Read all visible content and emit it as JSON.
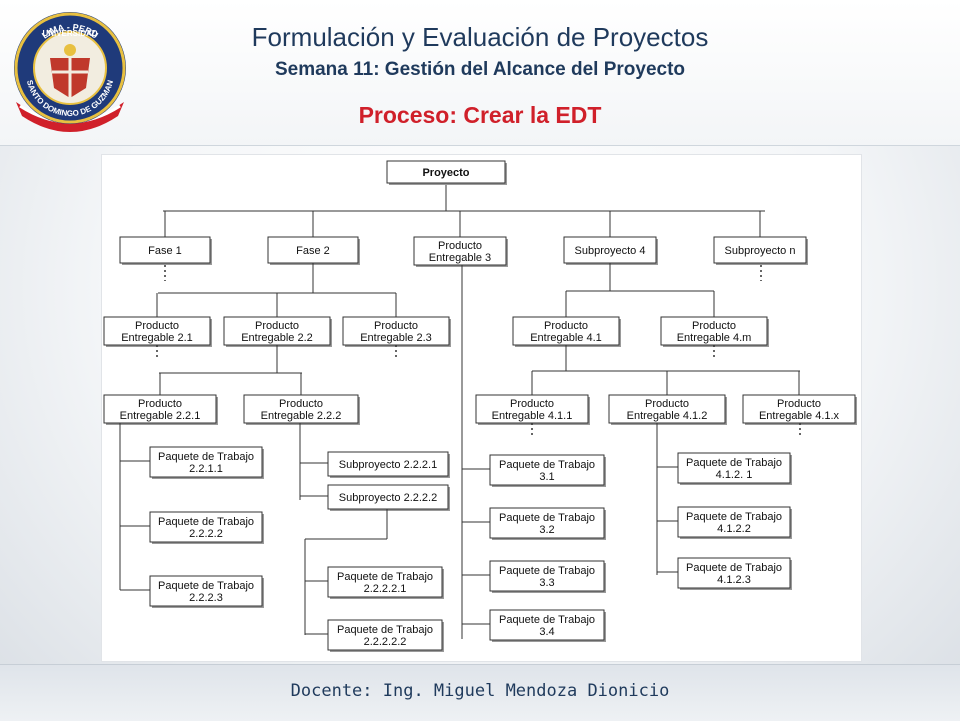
{
  "header": {
    "title": "Formulación y Evaluación de Proyectos",
    "subtitle": "Semana 11: Gestión del Alcance del Proyecto",
    "process": "Proceso: Crear la EDT"
  },
  "logo": {
    "top_text": "LIMA - PERU",
    "name_text": "UNIVERSIDAD",
    "bottom_text": "SANTO DOMINGO DE GUZMAN"
  },
  "footer": {
    "teacher": "Docente: Ing. Miguel Mendoza Dionicio"
  },
  "wbs": {
    "root": {
      "label": "Proyecto"
    },
    "level1": [
      {
        "lines": [
          "Fase 1"
        ]
      },
      {
        "lines": [
          "Fase 2"
        ]
      },
      {
        "lines": [
          "Producto",
          "Entregable 3"
        ]
      },
      {
        "lines": [
          "Subproyecto 4"
        ]
      },
      {
        "lines": [
          "Subproyecto n"
        ]
      }
    ],
    "fase2_children": [
      {
        "lines": [
          "Producto",
          "Entregable 2.1"
        ]
      },
      {
        "lines": [
          "Producto",
          "Entregable 2.2"
        ]
      },
      {
        "lines": [
          "Producto",
          "Entregable 2.3"
        ]
      }
    ],
    "sub4_children": [
      {
        "lines": [
          "Producto",
          "Entregable 4.1"
        ]
      },
      {
        "lines": [
          "Producto",
          "Entregable 4.m"
        ]
      }
    ],
    "e22_children": [
      {
        "lines": [
          "Producto",
          "Entregable 2.2.1"
        ]
      },
      {
        "lines": [
          "Producto",
          "Entregable 2.2.2"
        ]
      }
    ],
    "e41_children": [
      {
        "lines": [
          "Producto",
          "Entregable 4.1.1"
        ]
      },
      {
        "lines": [
          "Producto",
          "Entregable 4.1.2"
        ]
      },
      {
        "lines": [
          "Producto",
          "Entregable 4.1.x"
        ]
      }
    ],
    "wp_221": [
      {
        "lines": [
          "Paquete de Trabajo",
          "2.2.1.1"
        ]
      },
      {
        "lines": [
          "Paquete de Trabajo",
          "2.2.2.2"
        ]
      },
      {
        "lines": [
          "Paquete de Trabajo",
          "2.2.2.3"
        ]
      }
    ],
    "sub_222": [
      {
        "lines": [
          "Subproyecto 2.2.2.1"
        ]
      },
      {
        "lines": [
          "Subproyecto 2.2.2.2"
        ]
      }
    ],
    "wp_22222": [
      {
        "lines": [
          "Paquete de Trabajo",
          "2.2.2.2.1"
        ]
      },
      {
        "lines": [
          "Paquete de Trabajo",
          "2.2.2.2.2"
        ]
      }
    ],
    "wp_3": [
      {
        "lines": [
          "Paquete de Trabajo",
          "3.1"
        ]
      },
      {
        "lines": [
          "Paquete de Trabajo",
          "3.2"
        ]
      },
      {
        "lines": [
          "Paquete de Trabajo",
          "3.3"
        ]
      },
      {
        "lines": [
          "Paquete de Trabajo",
          "3.4"
        ]
      }
    ],
    "wp_412": [
      {
        "lines": [
          "Paquete de Trabajo",
          "4.1.2. 1"
        ]
      },
      {
        "lines": [
          "Paquete de Trabajo",
          "4.1.2.2"
        ]
      },
      {
        "lines": [
          "Paquete de Trabajo",
          "4.1.2.3"
        ]
      }
    ]
  }
}
